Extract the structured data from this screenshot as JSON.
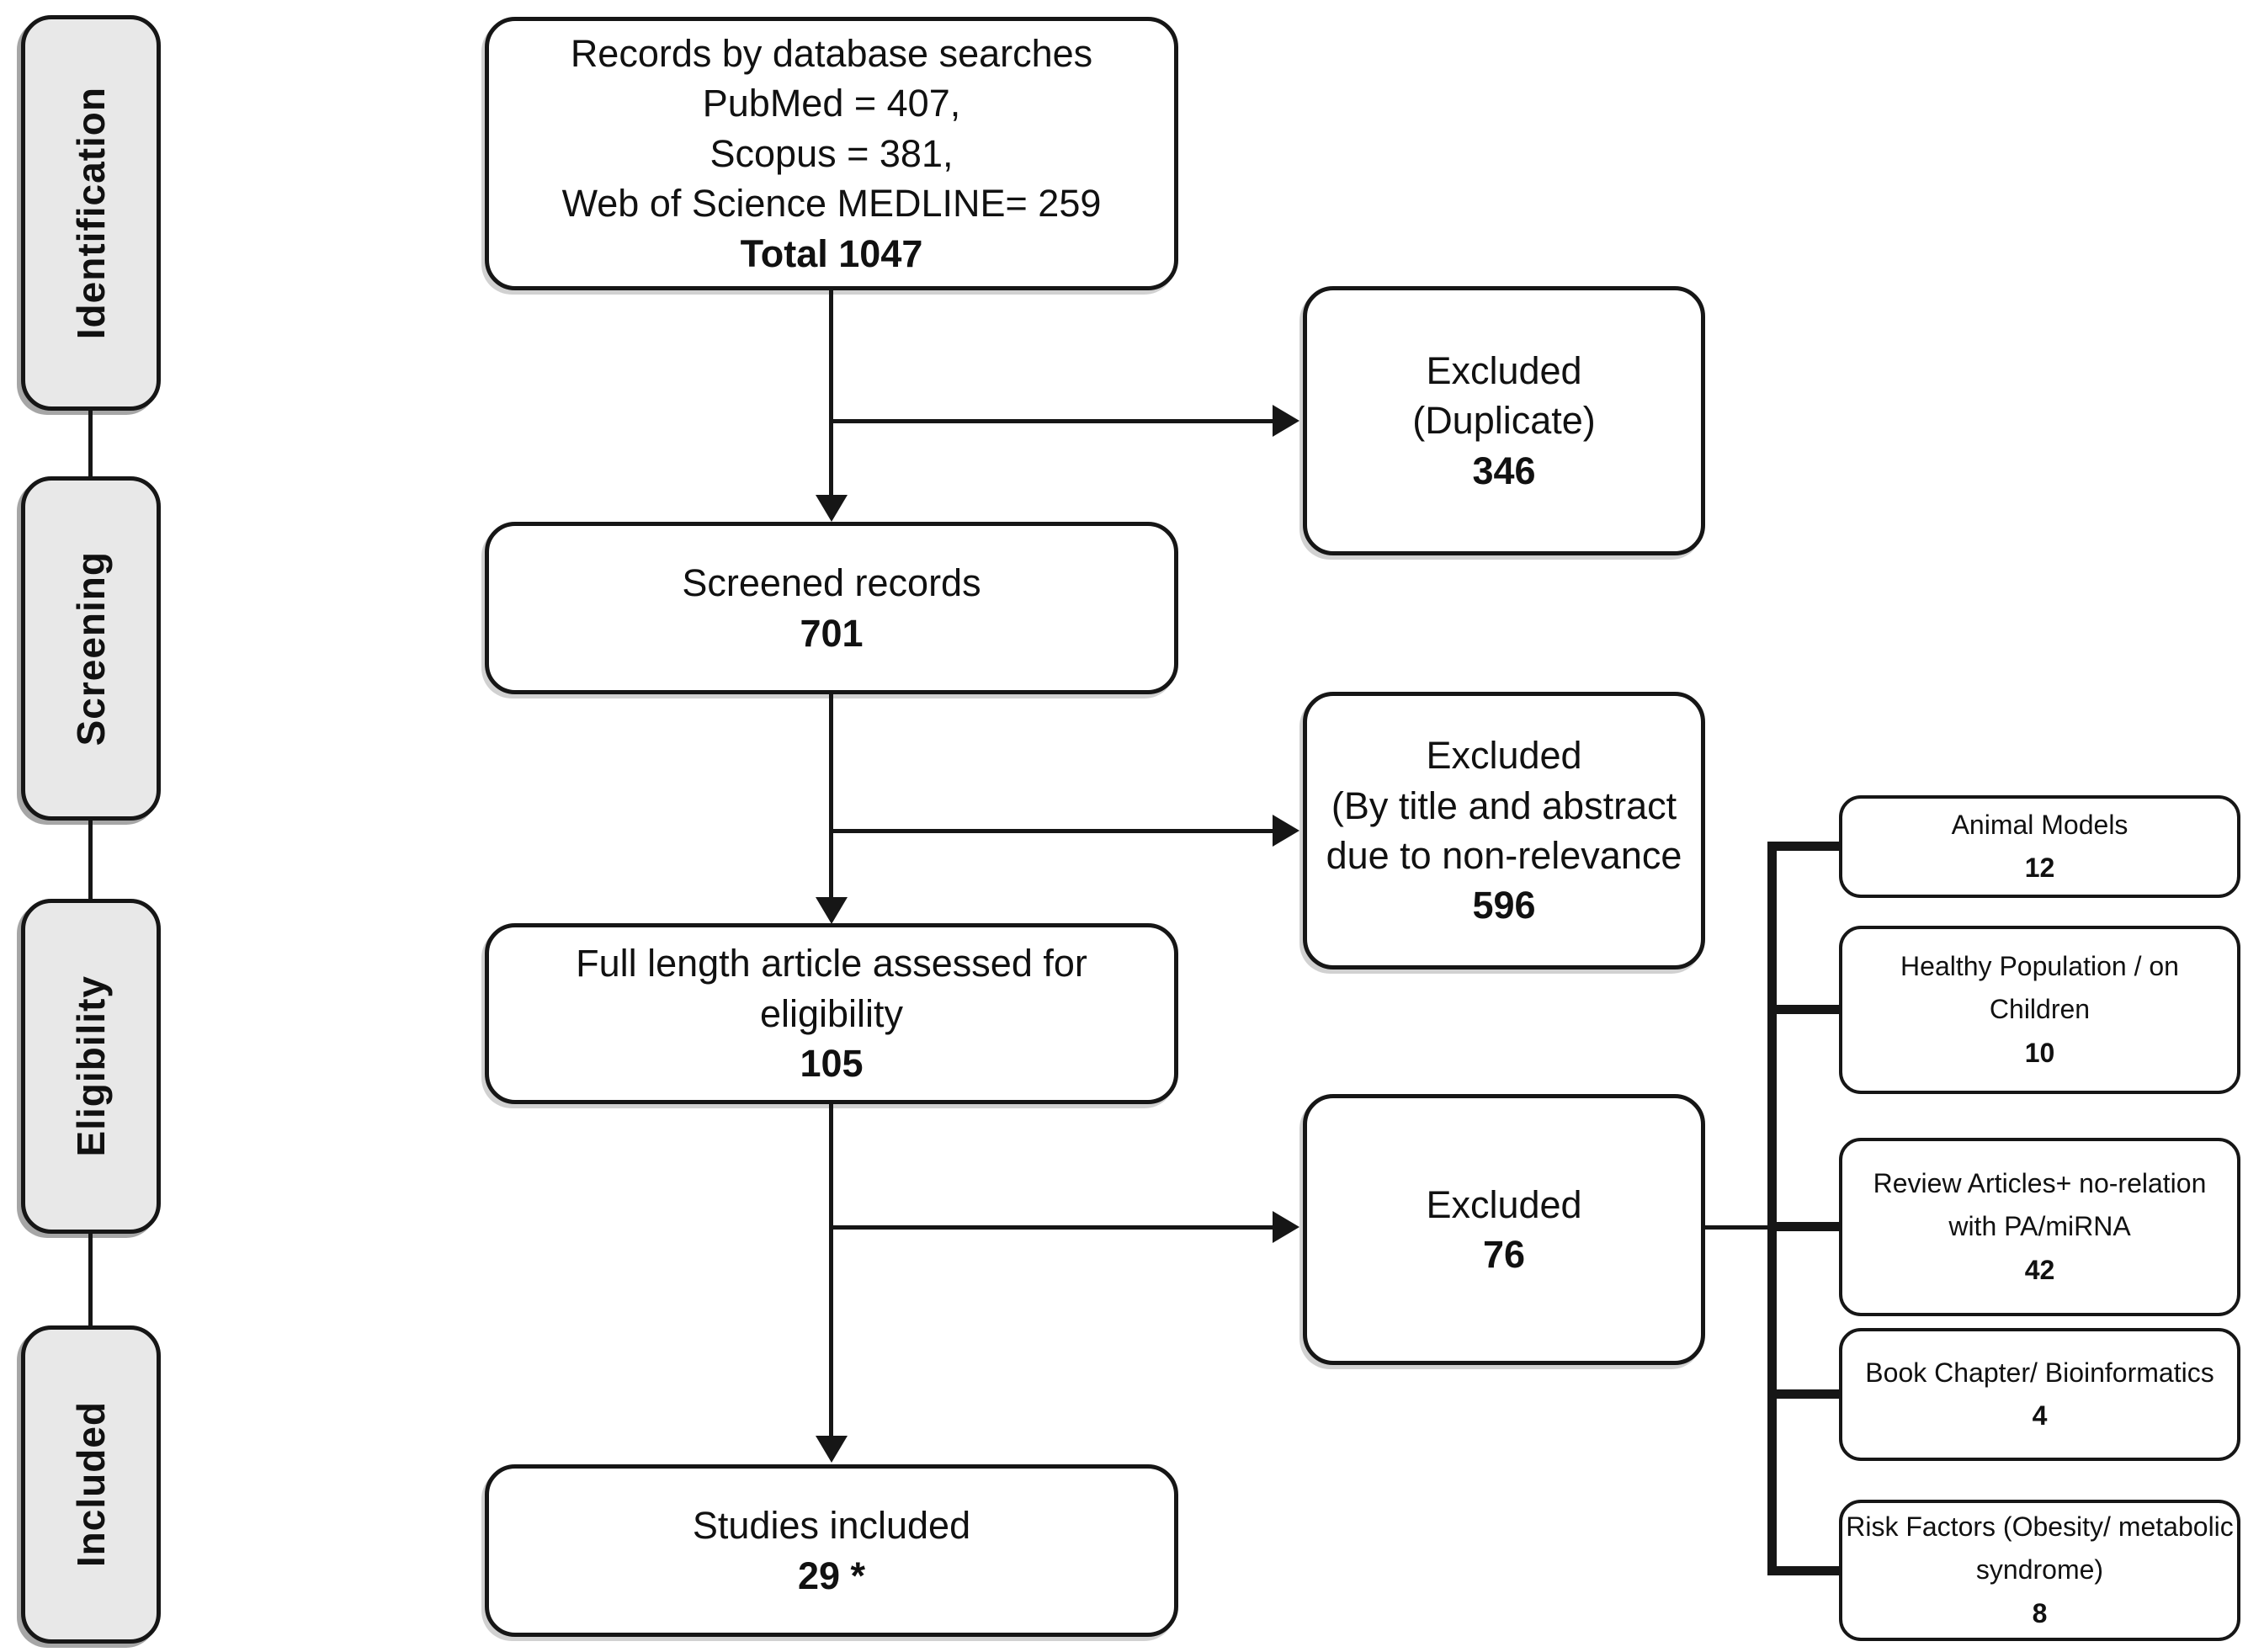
{
  "sidebar": {
    "stages": [
      {
        "label": "Identification"
      },
      {
        "label": "Screening"
      },
      {
        "label": "Eligibility"
      },
      {
        "label": "Included"
      }
    ]
  },
  "flow": {
    "records": {
      "line1": "Records by database searches",
      "line2": "PubMed = 407,",
      "line3": "Scopus = 381,",
      "line4": "Web of Science MEDLINE= 259",
      "total": "Total 1047"
    },
    "screened": {
      "line1": "Screened records",
      "total": "701"
    },
    "eligibility": {
      "line1": "Full length article assessed for",
      "line2": "eligibility",
      "total": "105"
    },
    "included": {
      "line1": "Studies included",
      "total": "29 *"
    }
  },
  "exclusions": {
    "duplicates": {
      "line1": "Excluded",
      "line2": "(Duplicate)",
      "total": "346"
    },
    "title_abstract": {
      "line1": "Excluded",
      "line2": "(By title and abstract",
      "line3": "due to non-relevance",
      "total": "596"
    },
    "full_text": {
      "line1": "Excluded",
      "total": "76"
    }
  },
  "reasons": {
    "animal": {
      "line1": "Animal Models",
      "total": "12"
    },
    "healthy": {
      "line1": "Healthy Population / on",
      "line2": "Children",
      "total": "10"
    },
    "review": {
      "line1": "Review Articles+ no-relation",
      "line2": "with PA/miRNA",
      "total": "42"
    },
    "book": {
      "line1": "Book Chapter/ Bioinformatics",
      "total": "4"
    },
    "risk": {
      "line1": "Risk Factors (Obesity/ metabolic",
      "line2": "syndrome)",
      "total": "8"
    }
  },
  "colors": {
    "line": "#161616",
    "sidebar_fill": "#e8e8e8",
    "box_fill": "#ffffff",
    "background": "#ffffff"
  }
}
